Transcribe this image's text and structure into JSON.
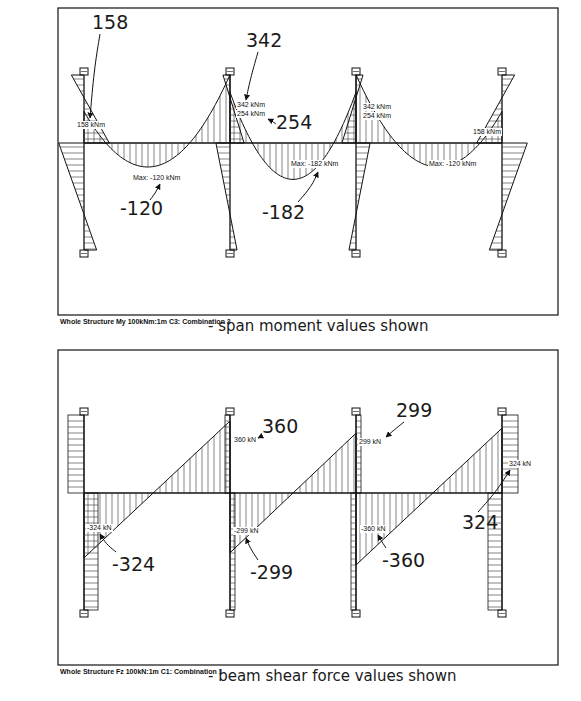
{
  "diagram": {
    "labels": [
      "158",
      "342",
      "158 kNm",
      "342 kNm",
      "254 kNm",
      "254",
      "342 kNm",
      "254 kNm",
      "158 kNm",
      "Max: -120 kNm",
      "Max: -182 kNm",
      "Max: -120 kNm",
      "-120",
      "-182",
      "Whole Structure My 100kNm:1m C3: Combination 3",
      "- span moment values shown",
      "360",
      "299",
      "360 kN",
      "299 kN",
      "324 kN",
      "-324 kN",
      "-299 kN",
      "-360 kN",
      "-324",
      "-299",
      "-360",
      "324",
      "Whole Structure Fz 100kN:1m C1: Combination 1",
      "- beam shear force values shown"
    ]
  }
}
